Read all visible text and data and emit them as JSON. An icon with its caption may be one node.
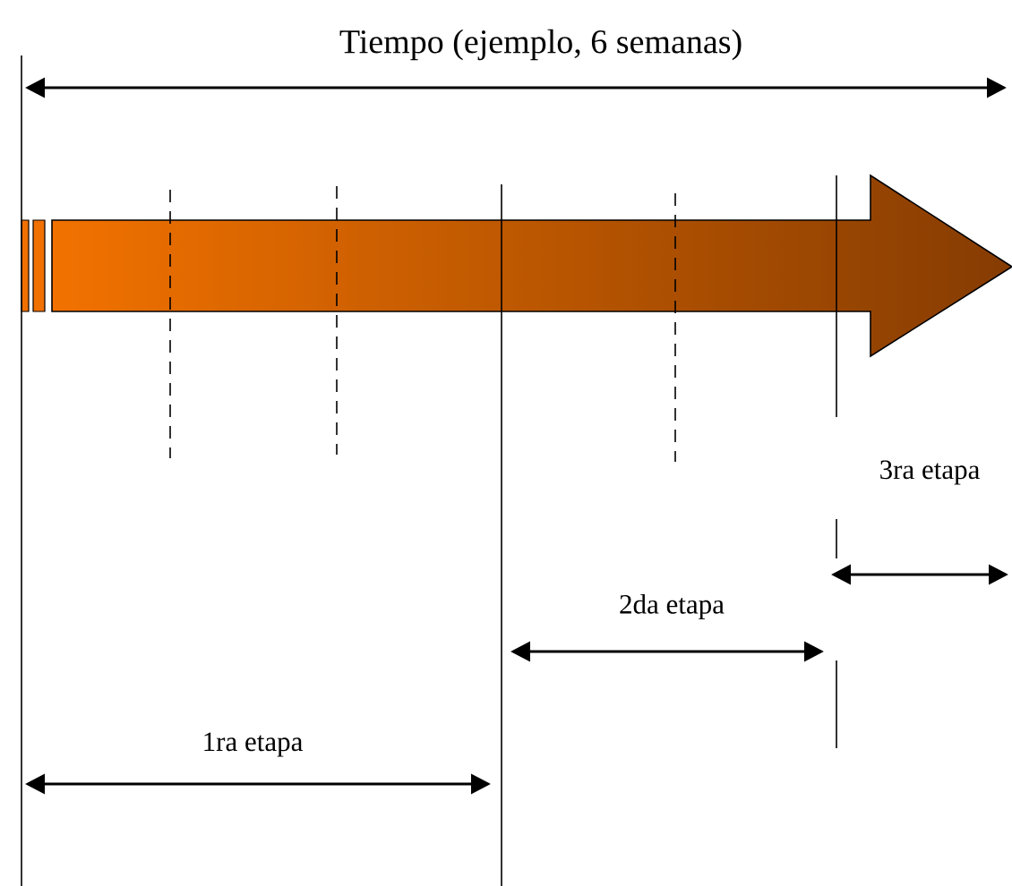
{
  "diagram": {
    "labels": [
      "Tiempo (ejemplo, 6 semanas)",
      "3ra etapa",
      "2da etapa",
      "1ra etapa"
    ]
  }
}
